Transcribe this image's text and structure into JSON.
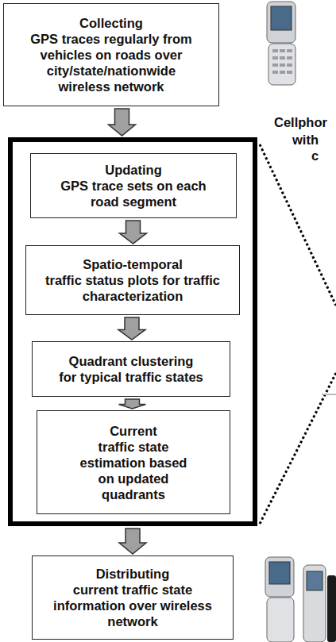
{
  "diagram": {
    "nodes": [
      {
        "text": [
          "Collecting",
          "GPS traces regularly from vehicles on roads over city/state/nationwide wireless network"
        ]
      },
      {
        "text": []
      },
      {
        "text": [
          "Updating",
          "GPS trace sets on each road segment"
        ],
        "in": 1
      },
      {
        "text": [
          "Spatio-temporal",
          "traffic status plots for traffic characterization"
        ],
        "in": 1
      },
      {
        "text": [
          "Quadrant clustering",
          "for typical traffic states"
        ],
        "in": 1
      },
      {
        "text": [
          "Current",
          "traffic state estimation based on updated quadrants"
        ],
        "in": 1
      },
      {
        "text": [
          "Distributing",
          "current traffic state information over wireless network"
        ]
      }
    ],
    "edges": [
      {
        "from": 0,
        "to": 1,
        "arrow": "to"
      },
      {
        "from": 2,
        "to": 3,
        "arrow": "to"
      },
      {
        "from": 3,
        "to": 4,
        "arrow": "to"
      },
      {
        "from": 4,
        "to": 5,
        "arrow": "to"
      },
      {
        "from": 1,
        "to": 6,
        "arrow": "to"
      }
    ],
    "labels": [
      "Cellphor",
      "with",
      "c"
    ]
  }
}
